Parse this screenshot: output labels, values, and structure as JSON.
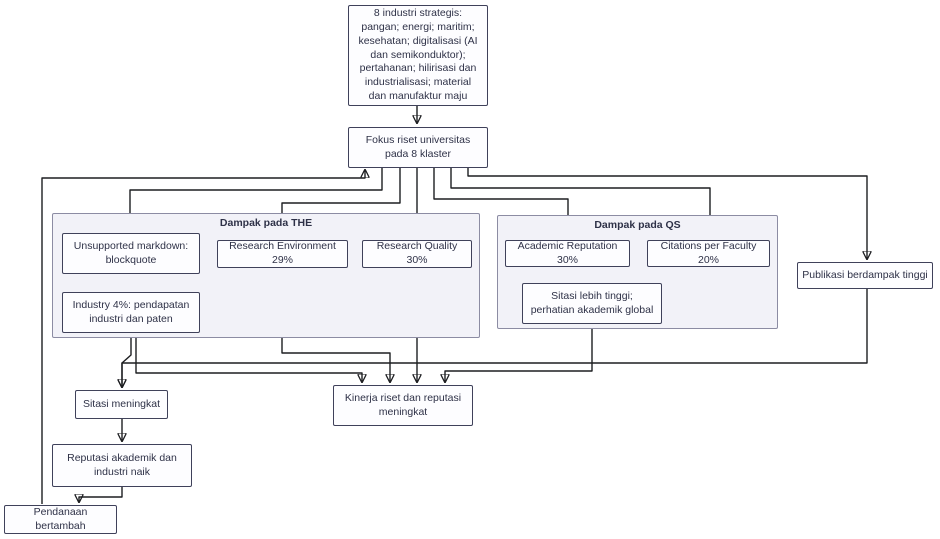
{
  "diagram": {
    "type": "flowchart",
    "clusters": {
      "the": {
        "label": "Dampak pada THE"
      },
      "qs": {
        "label": "Dampak pada QS"
      }
    },
    "nodes": {
      "industri": {
        "label": "8 industri strategis:\npangan; energi; maritim;\nkesehatan; digitalisasi (AI\ndan semikonduktor);\npertahanan; hilirisasi dan\nindustrialisasi; material\ndan manufaktur maju"
      },
      "fokus": {
        "label": "Fokus riset universitas\npada 8 klaster"
      },
      "blockquote": {
        "label": "Unsupported markdown:\nblockquote"
      },
      "industry4": {
        "label": "Industry 4%: pendapatan\nindustri dan paten"
      },
      "research_env": {
        "label": "Research Environment 29%"
      },
      "research_quality": {
        "label": "Research Quality 30%"
      },
      "academic_rep": {
        "label": "Academic Reputation 30%"
      },
      "citations_faculty": {
        "label": "Citations per Faculty 20%"
      },
      "sitasi_tinggi": {
        "label": "Sitasi lebih tinggi;\nperhatian akademik global"
      },
      "publikasi": {
        "label": "Publikasi berdampak tinggi"
      },
      "kinerja": {
        "label": "Kinerja riset dan reputasi\nmeningkat"
      },
      "sitasi_meningkat": {
        "label": "Sitasi meningkat"
      },
      "reputasi": {
        "label": "Reputasi akademik dan\nindustri naik"
      },
      "pendanaan": {
        "label": "Pendanaan bertambah"
      }
    },
    "edges": [
      {
        "from": "8 industri strategis",
        "to": "Fokus riset universitas pada 8 klaster"
      },
      {
        "from": "Fokus riset universitas pada 8 klaster",
        "to": "Unsupported markdown: blockquote"
      },
      {
        "from": "Fokus riset universitas pada 8 klaster",
        "to": "Research Environment 29%"
      },
      {
        "from": "Fokus riset universitas pada 8 klaster",
        "to": "Research Quality 30%"
      },
      {
        "from": "Fokus riset universitas pada 8 klaster",
        "to": "Academic Reputation 30%"
      },
      {
        "from": "Fokus riset universitas pada 8 klaster",
        "to": "Citations per Faculty 20%"
      },
      {
        "from": "Fokus riset universitas pada 8 klaster",
        "to": "Publikasi berdampak tinggi"
      },
      {
        "from": "Unsupported markdown: blockquote",
        "to": "Industry 4%: pendapatan industri dan paten"
      },
      {
        "from": "Academic Reputation 30%",
        "to": "Sitasi lebih tinggi; perhatian akademik global"
      },
      {
        "from": "Citations per Faculty 20%",
        "to": "Sitasi lebih tinggi; perhatian akademik global"
      },
      {
        "from": "Industry 4%: pendapatan industri dan paten",
        "to": "Kinerja riset dan reputasi meningkat"
      },
      {
        "from": "Industry 4%: pendapatan industri dan paten",
        "to": "Sitasi meningkat"
      },
      {
        "from": "Research Environment 29%",
        "to": "Kinerja riset dan reputasi meningkat"
      },
      {
        "from": "Research Quality 30%",
        "to": "Kinerja riset dan reputasi meningkat"
      },
      {
        "from": "Sitasi lebih tinggi; perhatian akademik global",
        "to": "Kinerja riset dan reputasi meningkat"
      },
      {
        "from": "Publikasi berdampak tinggi",
        "to": "Sitasi meningkat"
      },
      {
        "from": "Sitasi meningkat",
        "to": "Reputasi akademik dan industri naik"
      },
      {
        "from": "Reputasi akademik dan industri naik",
        "to": "Pendanaan bertambah"
      },
      {
        "from": "Pendanaan bertambah",
        "to": "Fokus riset universitas pada 8 klaster"
      }
    ]
  },
  "colors": {
    "background": "#ffffff",
    "node_fill": "#fdfdff",
    "node_border": "#3f415a",
    "cluster_fill": "#f2f2f8",
    "cluster_border": "#8c8ca3",
    "edge": "#1d1e21",
    "text": "#2e3147"
  }
}
